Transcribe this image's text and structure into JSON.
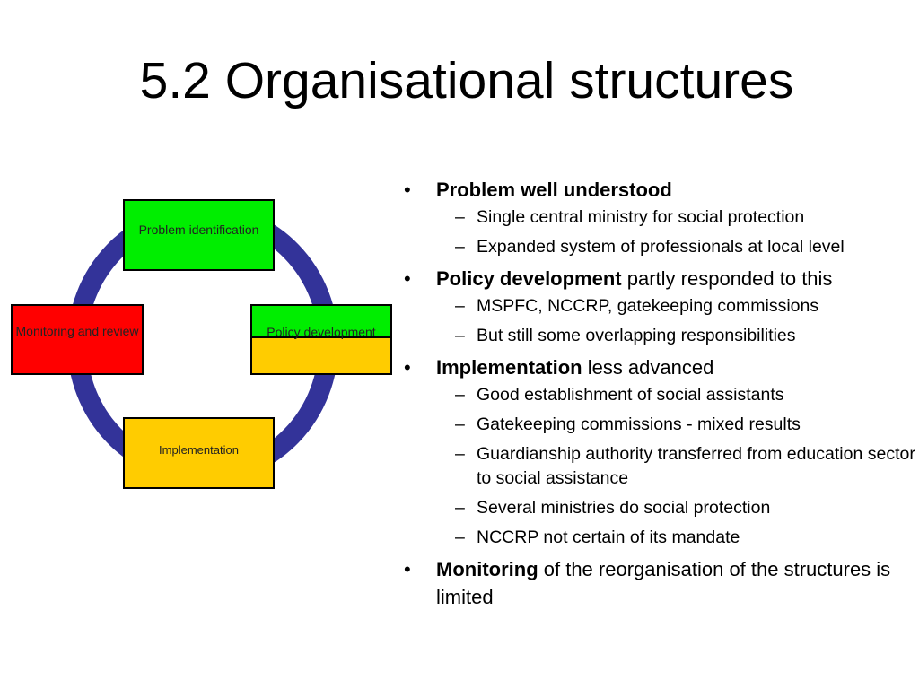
{
  "slide": {
    "title": "5.2 Organisational structures"
  },
  "diagram": {
    "ring_color": "#333399",
    "boxes": {
      "problem": {
        "label": "Problem identification",
        "color": "#00ee00"
      },
      "policy": {
        "label": "Policy development",
        "colors": [
          "#00ee00",
          "#ffcc00"
        ]
      },
      "implementation": {
        "label": "Implementation",
        "color": "#ffcc00"
      },
      "monitoring": {
        "label": "Monitoring and review",
        "color": "#ff0000"
      }
    }
  },
  "bullets": [
    {
      "bold": "Problem well understood",
      "rest": "",
      "subs": [
        "Single central ministry for social protection",
        "Expanded system of professionals at local level"
      ]
    },
    {
      "bold": "Policy development",
      "rest": " partly responded to this",
      "subs": [
        "MSPFC, NCCRP, gatekeeping commissions",
        "But still some overlapping responsibilities"
      ]
    },
    {
      "bold": "Implementation",
      "rest": " less advanced",
      "subs": [
        "Good establishment of social assistants",
        "Gatekeeping commissions - mixed results",
        "Guardianship authority transferred from education sector to social assistance",
        "Several ministries do social protection",
        "NCCRP not certain of its mandate"
      ]
    },
    {
      "bold": "Monitoring",
      "rest": " of the reorganisation of the structures is limited",
      "subs": []
    }
  ]
}
